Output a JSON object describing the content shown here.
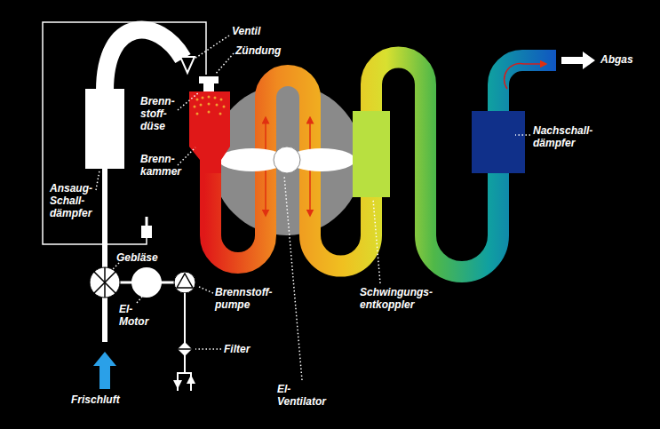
{
  "diagram": {
    "labels": [
      "Ventil",
      "Zündung",
      "Brenn- stoff- düse",
      "Brenn- kammer",
      "Ansaug- Schall- dämpfer",
      "Gebläse",
      "El-Motor",
      "Brennstoff- pumpe",
      "Filter",
      "Frischluft",
      "El-Ventilator",
      "Schwingungs- entkoppler",
      "Nachschall- dämpfer",
      "Abgas"
    ]
  }
}
